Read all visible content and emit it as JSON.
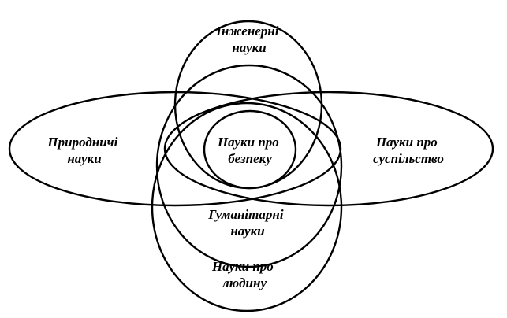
{
  "diagram": {
    "labels": {
      "engineering": [
        "Інженерні",
        "науки"
      ],
      "natural": [
        "Природничі",
        "науки"
      ],
      "safety": [
        "Науки про",
        "безпеку"
      ],
      "society": [
        "Науки про",
        "суспільство"
      ],
      "humanities": [
        "Гуманітарні",
        "науки"
      ],
      "human": [
        "Науки про",
        "людину"
      ]
    }
  }
}
